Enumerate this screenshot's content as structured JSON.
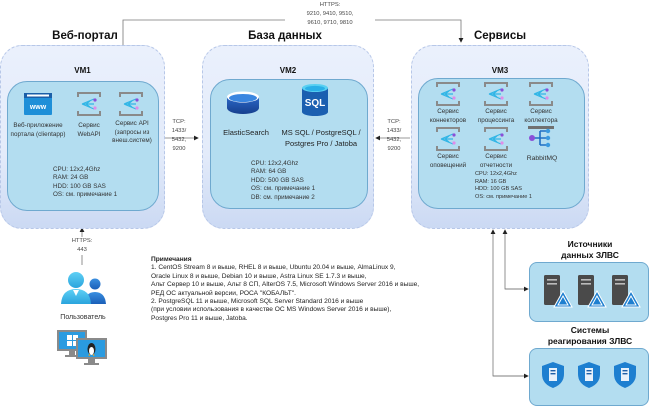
{
  "groups": {
    "web_portal": {
      "title": "Веб-портал",
      "vm": "VM1",
      "components": [
        {
          "icon": "www-browser-icon",
          "label": "Веб-приложение портала (clientapp)"
        },
        {
          "icon": "service-api-icon",
          "label": "Сервис WebAPI"
        },
        {
          "icon": "service-api-icon",
          "label": "Сервис API (запросы из внеш.систем)"
        }
      ],
      "specs": [
        "CPU: 12x2,4Ghz",
        "RAM: 24 GB",
        "HDD: 100 GB SAS",
        "OS: см. примечание 1"
      ]
    },
    "database": {
      "title": "База данных",
      "vm": "VM2",
      "components": [
        {
          "icon": "database-icon",
          "label": "ElasticSearch"
        },
        {
          "icon": "sql-database-icon",
          "label": "MS SQL / PostgreSQL / Postgres Pro / Jatoba"
        }
      ],
      "specs": [
        "CPU: 12x2,4Ghz",
        "RAM: 64 GB",
        "HDD: 500 GB SAS",
        "OS: см. примечание 1",
        "DB: см. примечание 2"
      ]
    },
    "services": {
      "title": "Сервисы",
      "vm": "VM3",
      "components": [
        {
          "icon": "service-api-icon",
          "label": "Сервис коннекторов"
        },
        {
          "icon": "service-api-icon",
          "label": "Сервис процессинга"
        },
        {
          "icon": "service-api-icon",
          "label": "Сервис коллектора"
        },
        {
          "icon": "service-api-icon",
          "label": "Сервис оповещений"
        },
        {
          "icon": "service-api-icon",
          "label": "Сервис отчетности"
        },
        {
          "icon": "rabbitmq-icon",
          "label": "RabbitMQ"
        }
      ],
      "specs": [
        "CPU: 12x2,4Ghz",
        "RAM: 16 GB",
        "HDD: 100 GB SAS",
        "OS: см. примечание 1"
      ]
    }
  },
  "connections": {
    "top_https": [
      "HTTPS:",
      "9210, 9410, 9510,",
      "9610, 9710, 9810"
    ],
    "vm1_vm2": [
      "TCP:",
      "1433/",
      "5432,",
      "9200"
    ],
    "vm3_vm2": [
      "TCP:",
      "1433/",
      "5432,",
      "9200"
    ],
    "user_vm1": [
      "HTTPS:",
      "443"
    ]
  },
  "user": {
    "label": "Пользователь"
  },
  "external": {
    "sources": {
      "title_line1": "Источники",
      "title_line2": "данных ЗЛВС"
    },
    "response": {
      "title_line1": "Системы",
      "title_line2": "реагирования ЗЛВС"
    }
  },
  "notes": {
    "title": "Примечания",
    "lines": [
      "1. CentOS Stream 8 и выше, RHEL 8 и выше, Ubuntu 20.04 и выше, AlmaLinux 9,",
      "Oracle Linux 8 и выше, Debian 10 и выше, Astra Linux SE 1.7.3 и выше,",
      "Альт Сервер 10 и выше, Альт 8 СП, AlterOS 7.5, Microsoft Windows Server 2016 и выше,",
      "РЕД ОС актуальной версии, РОСА \"КОБАЛЬТ\".",
      "2. PostgreSQL 11 и выше, Microsoft SQL Server Standard 2016 и выше",
      "(при условии использования в качестве ОС MS Windows Server 2016 и выше),",
      "Postgres Pro 11 и выше, Jatoba."
    ]
  },
  "colors": {
    "outer_bg": "#e6eefb",
    "inner_bg": "#b3ddf0",
    "inner_border": "#6fa9cf",
    "line": "#777777",
    "icon_blue": "#1e6fc4",
    "icon_cyan": "#32b6e6",
    "icon_purple": "#8a4fd8"
  }
}
